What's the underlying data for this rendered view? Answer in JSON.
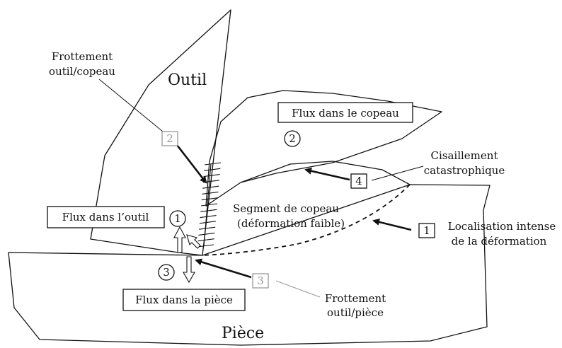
{
  "labels": {
    "outil": "Outil",
    "piece": "Pièce",
    "frottement_outil_copeau_1": "Frottement",
    "frottement_outil_copeau_2": "outil/copeau",
    "frottement_outil_piece_1": "Frottement",
    "frottement_outil_piece_2": "outil/pièce",
    "flux_copeau": "Flux dans le copeau",
    "flux_outil": "Flux dans l’outil",
    "flux_piece": "Flux dans la pièce",
    "segment_1": "Segment de copeau",
    "segment_2": "(déformation faible)",
    "cisaillement_1": "Cisaillement",
    "cisaillement_2": "catastrophique",
    "localisation_1": "Localisation intense",
    "localisation_2": "de la déformation"
  },
  "markers": {
    "circle_1": "1",
    "circle_2": "2",
    "circle_3": "3",
    "box_1": "1",
    "box_2": "2",
    "box_3": "3",
    "box_4": "4"
  }
}
